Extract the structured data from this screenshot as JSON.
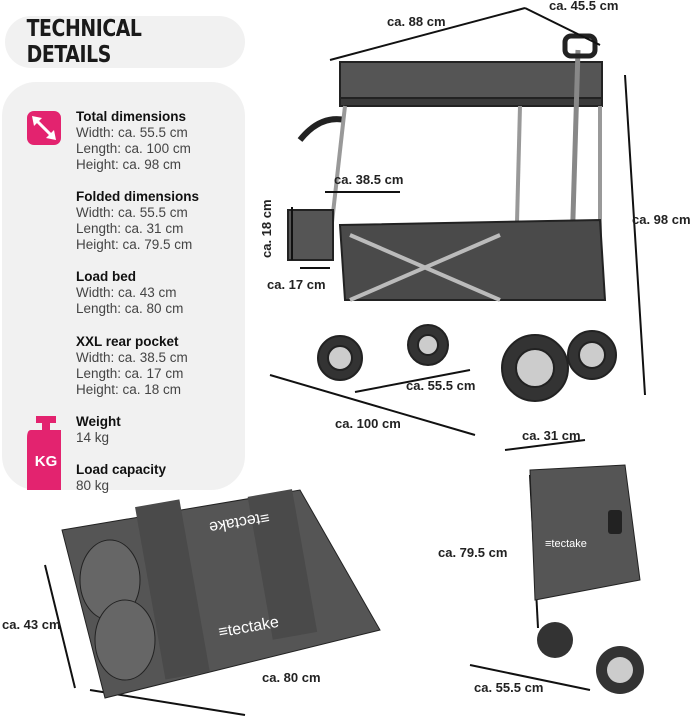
{
  "title": "TECHNICAL DETAILS",
  "specs": [
    {
      "heading": "Total dimensions",
      "lines": [
        "Width: ca. 55.5 cm",
        "Length: ca. 100 cm",
        "Height: ca. 98 cm"
      ]
    },
    {
      "heading": "Folded dimensions",
      "lines": [
        "Width: ca. 55.5 cm",
        "Length: ca. 31 cm",
        "Height: ca. 79.5 cm"
      ]
    },
    {
      "heading": "Load bed",
      "lines": [
        "Width: ca. 43 cm",
        "Length: ca. 80 cm"
      ]
    },
    {
      "heading": "XXL rear pocket",
      "lines": [
        "Width: ca. 38.5 cm",
        "Length: ca. 17 cm",
        "Height: ca. 18 cm"
      ]
    },
    {
      "heading": "Weight",
      "lines": [
        "14 kg"
      ]
    },
    {
      "heading": "Load capacity",
      "lines": [
        "80 kg"
      ]
    }
  ],
  "icons": {
    "dimensions": "diagonal-arrows-icon",
    "weight": "kg-weight-icon",
    "weight_label": "KG"
  },
  "accent": "#e3236f",
  "brand": "tectake",
  "dims": {
    "top_length": "ca. 88 cm",
    "top_width": "ca. 45.5 cm",
    "height": "ca. 98 cm",
    "pocket_width": "ca. 38.5 cm",
    "pocket_height": "ca. 18 cm",
    "pocket_length": "ca. 17 cm",
    "width": "ca. 55.5 cm",
    "length": "ca. 100 cm",
    "folded_length": "ca. 31 cm",
    "folded_height": "ca. 79.5 cm",
    "folded_width": "ca. 55.5 cm",
    "bed_width": "ca. 43 cm",
    "bed_length": "ca. 80 cm"
  }
}
